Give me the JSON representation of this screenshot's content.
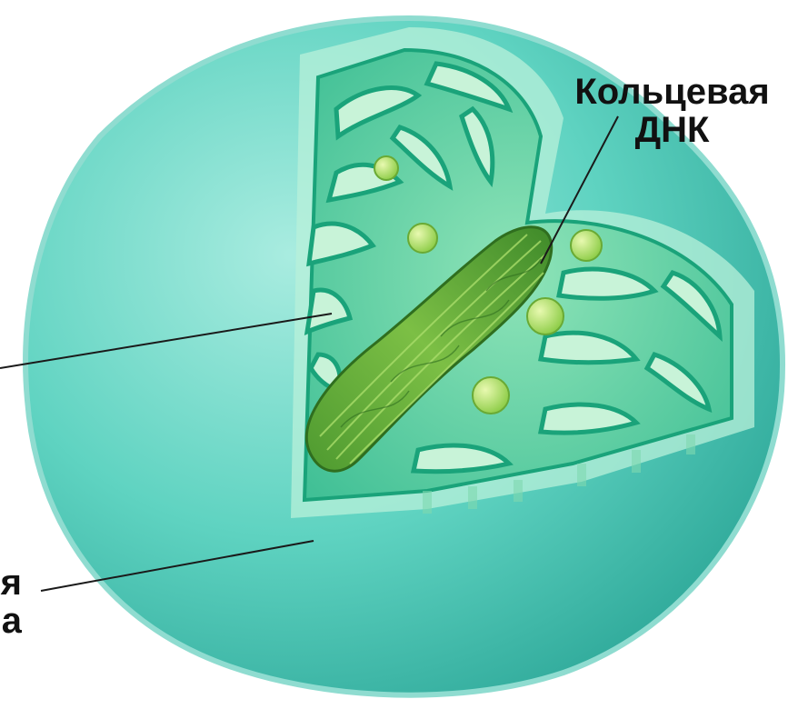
{
  "labels": {
    "circular_dna": {
      "line1": "Кольцевая",
      "line2": "ДНК"
    },
    "outer_membrane_fragment": {
      "line1": "я",
      "line2": "a"
    }
  },
  "colors": {
    "outer_shell": "#5fd3c1",
    "inner_green": "#43c9a1",
    "cristae_stroke": "#1aa37a",
    "dna_dark": "#3a8a2c",
    "dna_light": "#8cc84b",
    "ribosome": "#a8d85a",
    "leader_line": "#1a1a1a"
  }
}
